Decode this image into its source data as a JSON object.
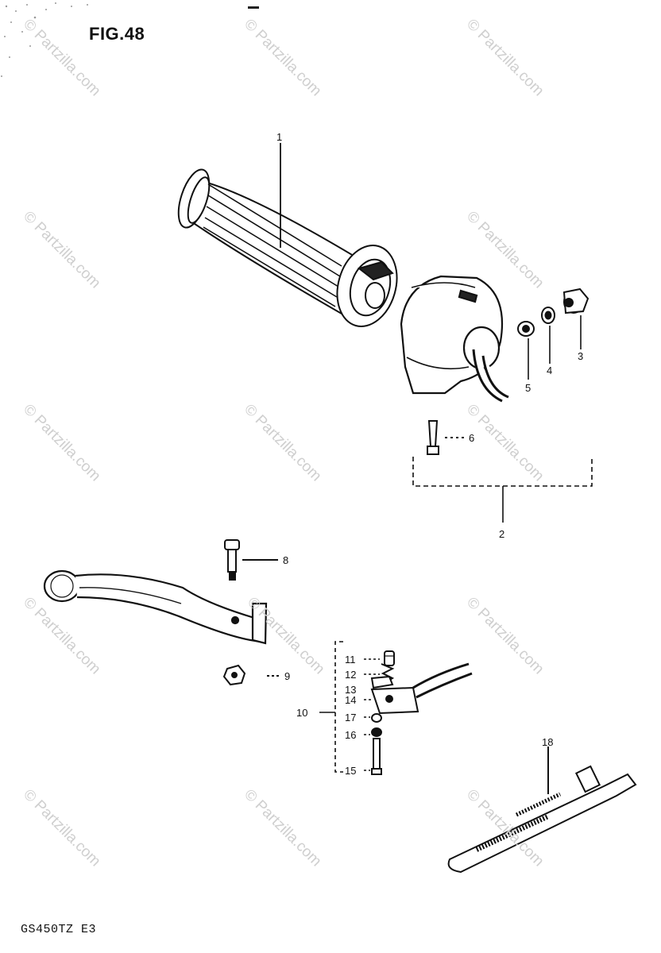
{
  "figure": {
    "title": "FIG.48",
    "model_code": "GS450TZ E3"
  },
  "watermark": "© Partzilla.com",
  "callouts": [
    {
      "id": "1",
      "label": "1",
      "part": "grip"
    },
    {
      "id": "2",
      "label": "2",
      "part": "switch-assembly"
    },
    {
      "id": "3",
      "label": "3",
      "part": "bushing"
    },
    {
      "id": "4",
      "label": "4",
      "part": "washer"
    },
    {
      "id": "5",
      "label": "5",
      "part": "nut"
    },
    {
      "id": "6",
      "label": "6",
      "part": "screw"
    },
    {
      "id": "8",
      "label": "8",
      "part": "lever-bolt"
    },
    {
      "id": "9",
      "label": "9",
      "part": "lever-nut"
    },
    {
      "id": "10",
      "label": "10",
      "part": "switch-assembly"
    },
    {
      "id": "11",
      "label": "11",
      "part": "switch-component"
    },
    {
      "id": "12",
      "label": "12",
      "part": "spring"
    },
    {
      "id": "13",
      "label": "13",
      "part": "plate"
    },
    {
      "id": "14",
      "label": "14",
      "part": "switch-body"
    },
    {
      "id": "15",
      "label": "15",
      "part": "screw"
    },
    {
      "id": "16",
      "label": "16",
      "part": "washer"
    },
    {
      "id": "17",
      "label": "17",
      "part": "washer"
    },
    {
      "id": "18",
      "label": "18",
      "part": "clamp-band"
    }
  ]
}
